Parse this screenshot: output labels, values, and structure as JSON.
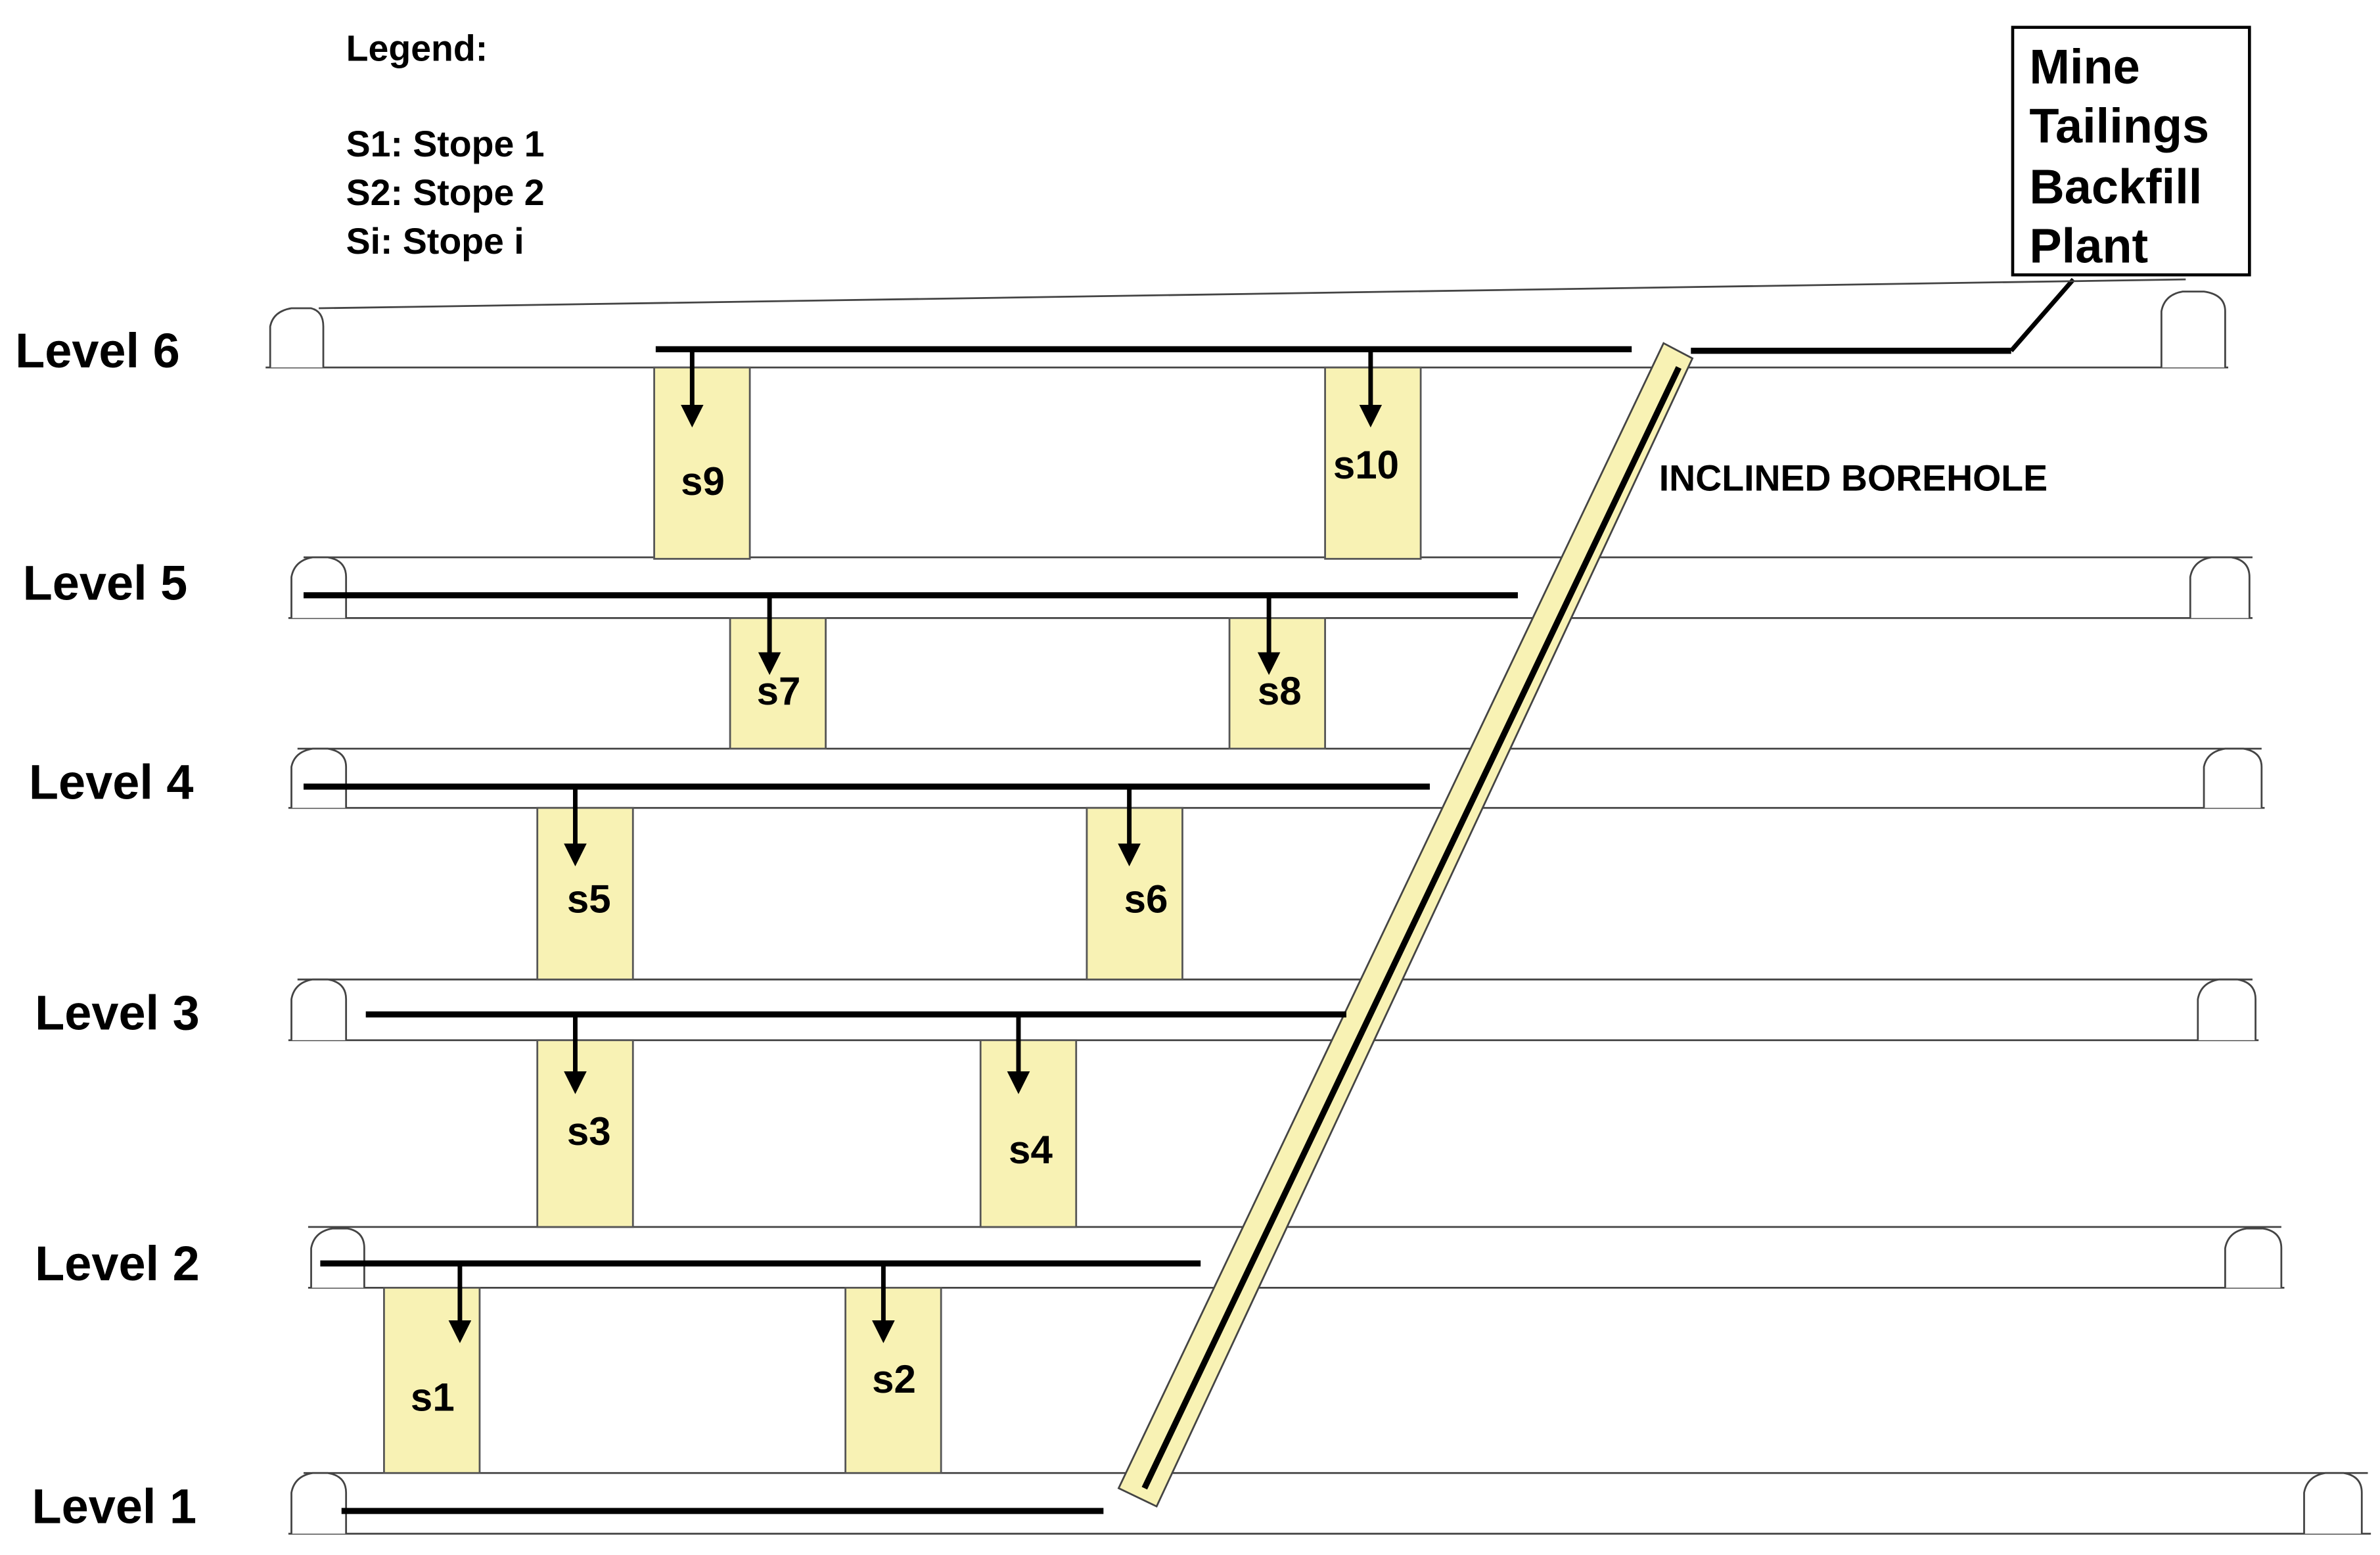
{
  "legend": {
    "title": "Legend:",
    "entries": [
      "S1: Stope 1",
      "S2: Stope 2",
      "Si: Stope i"
    ]
  },
  "plant": {
    "lines": [
      "Mine",
      "Tailings",
      "Backfill",
      "Plant"
    ]
  },
  "borehole": {
    "label": "INCLINED BOREHOLE"
  },
  "levels": [
    "Level 6",
    "Level 5",
    "Level 4",
    "Level 3",
    "Level 2",
    "Level 1"
  ],
  "stopes": [
    "s9",
    "s10",
    "s7",
    "s8",
    "s5",
    "s6",
    "s3",
    "s4",
    "s1",
    "s2"
  ],
  "colors": {
    "stope_fill": "#f8f2b4",
    "stope_stroke": "#555555",
    "borehole_fill": "#f8f2b4",
    "line": "#000000"
  }
}
